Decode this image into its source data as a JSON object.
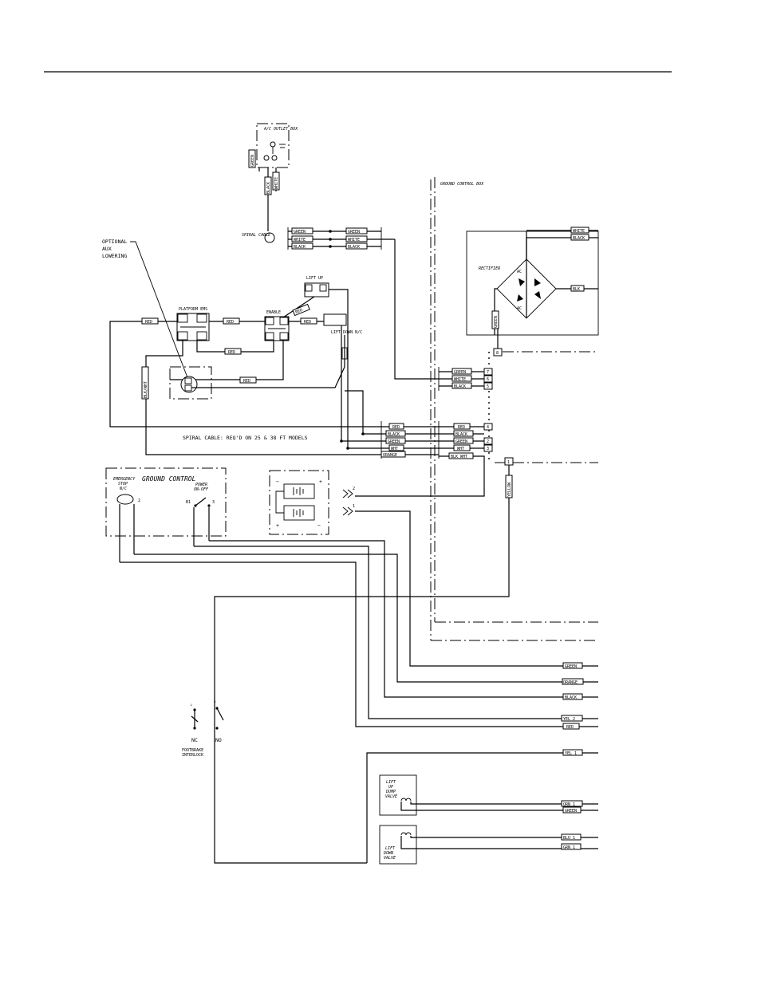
{
  "title": {
    "ground_control_box": "GROUND CONTROL BOX",
    "ground_control": "GROUND CONTROL",
    "spiral_note": "SPIRAL CABLE:  REQ'D ON 25 & 38 FT MODELS"
  },
  "labels": {
    "ac_outlet": "A/C OUTLET BOX",
    "spiral_cable": "SPIRAL CABLE",
    "optional_aux": [
      "OPTIONAL",
      "AUX",
      "LOWERING"
    ],
    "platform_ems": "PLATFORM EMS",
    "enable": "ENABLE",
    "lift_up": "LIFT UP",
    "lift_down": "LIFT DOWN N/C",
    "rectifier": "RECTIFIER",
    "ac": "AC",
    "emergency_stop": [
      "EMERGENCY",
      "STOP",
      "N/C"
    ],
    "power_onoff": [
      "POWER",
      "ON-OFF"
    ],
    "footbrake": [
      "FOOTBRAKE",
      "INTERLOCK"
    ],
    "nc": "NC",
    "no": "NO",
    "b1": "B1",
    "pin2": "2",
    "pin3": "3",
    "conn1": "1",
    "conn2": "2",
    "lift_up_dump": [
      "LIFT",
      "UP",
      "DUMP",
      "VALVE"
    ],
    "lift_down_valve": [
      "LIFT",
      "DOWN",
      "VALVE"
    ]
  },
  "wires": {
    "green": "GREEN",
    "white": "WHITE",
    "black": "BLACK",
    "red": "RED",
    "blk_wht": "BLK/WHT",
    "blk_wht2": "BLK WHT",
    "white2": "WHITE",
    "wht": "WHT",
    "orange": "ORANGE",
    "blk": "BLK",
    "yellow": "YELLOW",
    "yel2": "YEL 2",
    "yel1": "YEL 1",
    "orn1": "ORN 1",
    "grn": "GREEN",
    "grn_v": "GREEN",
    "blu1": "BLU 1",
    "grn1": "GRN 1",
    "orange_v": "ORANGE"
  },
  "terminals": [
    "7",
    "6",
    "5",
    "4",
    "2",
    "3",
    "8",
    "1"
  ]
}
